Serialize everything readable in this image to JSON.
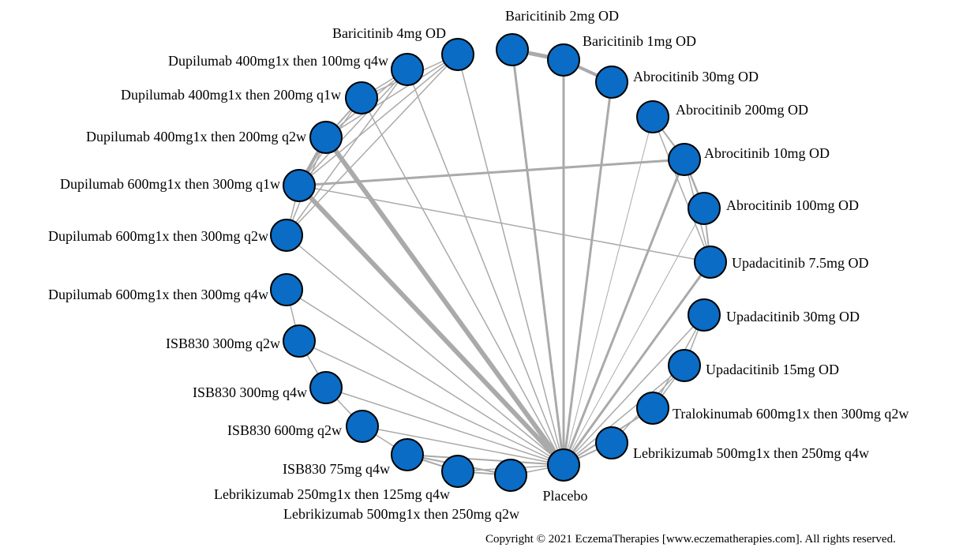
{
  "colors": {
    "node": "#0a6cc4",
    "node_stroke": "#000000",
    "edge": "#aaaaaa"
  },
  "nodes": [
    {
      "id": "bari2",
      "label": "Baricitinib 2mg OD"
    },
    {
      "id": "bari1",
      "label": "Baricitinib 1mg OD"
    },
    {
      "id": "abro30",
      "label": "Abrocitinib 30mg OD"
    },
    {
      "id": "abro200",
      "label": "Abrocitinib 200mg OD"
    },
    {
      "id": "abro10",
      "label": "Abrocitinib 10mg OD"
    },
    {
      "id": "abro100",
      "label": "Abrocitinib 100mg OD"
    },
    {
      "id": "upa75",
      "label": "Upadacitinib 7.5mg OD"
    },
    {
      "id": "upa30",
      "label": "Upadacitinib 30mg OD"
    },
    {
      "id": "upa15",
      "label": "Upadacitinib 15mg OD"
    },
    {
      "id": "tralo",
      "label": "Tralokinumab 600mg1x then 300mg q2w"
    },
    {
      "id": "lebri500q4",
      "label": "Lebrikizumab 500mg1x then 250mg q4w"
    },
    {
      "id": "placebo",
      "label": "Placebo"
    },
    {
      "id": "lebri500q2",
      "label": "Lebrikizumab 500mg1x then 250mg q2w"
    },
    {
      "id": "lebri250",
      "label": "Lebrikizumab 250mg1x then 125mg q4w"
    },
    {
      "id": "isb75",
      "label": "ISB830 75mg q4w"
    },
    {
      "id": "isb600",
      "label": "ISB830 600mg q2w"
    },
    {
      "id": "isb300q4",
      "label": "ISB830 300mg q4w"
    },
    {
      "id": "isb300q2",
      "label": "ISB830 300mg q2w"
    },
    {
      "id": "dupi600q4",
      "label": "Dupilumab 600mg1x then 300mg q4w"
    },
    {
      "id": "dupi600q2",
      "label": "Dupilumab 600mg1x then 300mg q2w"
    },
    {
      "id": "dupi600q1",
      "label": "Dupilumab 600mg1x then 300mg q1w"
    },
    {
      "id": "dupi400q2",
      "label": "Dupilumab 400mg1x then 200mg q2w"
    },
    {
      "id": "dupi400q1",
      "label": "Dupilumab 400mg1x then 200mg q1w"
    },
    {
      "id": "dupi400q4",
      "label": "Dupilumab 400mg1x then 100mg q4w"
    },
    {
      "id": "bari4",
      "label": "Baricitinib 4mg OD"
    }
  ],
  "edges": [
    {
      "a": "placebo",
      "b": "bari2",
      "w": 3
    },
    {
      "a": "placebo",
      "b": "bari1",
      "w": 3
    },
    {
      "a": "placebo",
      "b": "abro30",
      "w": 3
    },
    {
      "a": "placebo",
      "b": "abro200",
      "w": 1
    },
    {
      "a": "placebo",
      "b": "abro10",
      "w": 3
    },
    {
      "a": "placebo",
      "b": "abro100",
      "w": 1
    },
    {
      "a": "placebo",
      "b": "upa75",
      "w": 3
    },
    {
      "a": "placebo",
      "b": "upa30",
      "w": 1.5
    },
    {
      "a": "placebo",
      "b": "upa15",
      "w": 1.5
    },
    {
      "a": "placebo",
      "b": "tralo",
      "w": 2
    },
    {
      "a": "placebo",
      "b": "lebri500q4",
      "w": 2
    },
    {
      "a": "placebo",
      "b": "lebri500q2",
      "w": 1.5
    },
    {
      "a": "placebo",
      "b": "lebri250",
      "w": 1.5
    },
    {
      "a": "placebo",
      "b": "isb75",
      "w": 1.5
    },
    {
      "a": "placebo",
      "b": "isb600",
      "w": 1.5
    },
    {
      "a": "placebo",
      "b": "isb300q4",
      "w": 1.5
    },
    {
      "a": "placebo",
      "b": "isb300q2",
      "w": 1.5
    },
    {
      "a": "placebo",
      "b": "dupi600q4",
      "w": 1.5
    },
    {
      "a": "placebo",
      "b": "dupi600q2",
      "w": 1.5
    },
    {
      "a": "placebo",
      "b": "dupi600q1",
      "w": 6
    },
    {
      "a": "placebo",
      "b": "dupi400q2",
      "w": 6
    },
    {
      "a": "placebo",
      "b": "dupi400q1",
      "w": 1.5
    },
    {
      "a": "placebo",
      "b": "dupi400q4",
      "w": 1.5
    },
    {
      "a": "placebo",
      "b": "bari4",
      "w": 1.5
    },
    {
      "a": "bari2",
      "b": "bari1",
      "w": 5
    },
    {
      "a": "bari1",
      "b": "abro30",
      "w": 4
    },
    {
      "a": "abro200",
      "b": "abro10",
      "w": 2
    },
    {
      "a": "abro10",
      "b": "abro100",
      "w": 2.5
    },
    {
      "a": "abro100",
      "b": "upa75",
      "w": 2
    },
    {
      "a": "abro200",
      "b": "upa75",
      "w": 1.5
    },
    {
      "a": "abro10",
      "b": "upa75",
      "w": 1.5
    },
    {
      "a": "upa30",
      "b": "upa15",
      "w": 1.5
    },
    {
      "a": "upa30",
      "b": "tralo",
      "w": 1.5
    },
    {
      "a": "upa15",
      "b": "tralo",
      "w": 1.5
    },
    {
      "a": "upa15",
      "b": "lebri500q4",
      "w": 1.5
    },
    {
      "a": "dupi600q1",
      "b": "abro10",
      "w": 3
    },
    {
      "a": "dupi600q1",
      "b": "upa75",
      "w": 1.5
    },
    {
      "a": "dupi600q1",
      "b": "dupi400q2",
      "w": 4
    },
    {
      "a": "dupi600q1",
      "b": "dupi600q2",
      "w": 1.5
    },
    {
      "a": "dupi600q1",
      "b": "dupi400q1",
      "w": 1.5
    },
    {
      "a": "dupi600q1",
      "b": "dupi400q4",
      "w": 1.5
    },
    {
      "a": "dupi600q1",
      "b": "bari4",
      "w": 1.5
    },
    {
      "a": "dupi400q2",
      "b": "dupi400q1",
      "w": 2
    },
    {
      "a": "dupi400q2",
      "b": "dupi400q4",
      "w": 1.5
    },
    {
      "a": "dupi400q2",
      "b": "bari4",
      "w": 1.5
    },
    {
      "a": "dupi400q1",
      "b": "dupi400q4",
      "w": 1.5
    },
    {
      "a": "dupi400q1",
      "b": "bari4",
      "w": 1.5
    },
    {
      "a": "dupi600q2",
      "b": "dupi400q2",
      "w": 1.5
    },
    {
      "a": "dupi600q2",
      "b": "dupi400q4",
      "w": 1.5
    },
    {
      "a": "dupi600q2",
      "b": "bari4",
      "w": 1.5
    },
    {
      "a": "dupi600q4",
      "b": "isb300q2",
      "w": 1.5
    },
    {
      "a": "isb300q2",
      "b": "isb300q4",
      "w": 1.5
    },
    {
      "a": "isb300q4",
      "b": "isb600",
      "w": 1.5
    },
    {
      "a": "isb600",
      "b": "isb75",
      "w": 1.5
    },
    {
      "a": "isb75",
      "b": "lebri250",
      "w": 2
    },
    {
      "a": "isb75",
      "b": "lebri500q2",
      "w": 2
    },
    {
      "a": "lebri250",
      "b": "lebri500q2",
      "w": 2
    },
    {
      "a": "isb75",
      "b": "placebo",
      "w": 2
    }
  ],
  "copyright": "Copyright © 2021 EczemaTherapies [www.eczematherapies.com]. All rights reserved."
}
